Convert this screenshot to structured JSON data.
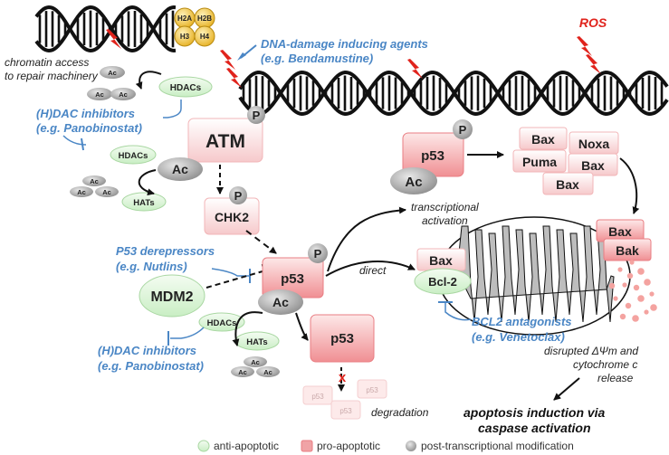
{
  "labels": {
    "chromatin_line1": "chromatin access",
    "chromatin_line2": "to repair machinery",
    "damage_agents_line1": "DNA-damage inducing agents",
    "damage_agents_line2": "(e.g. Bendamustine)",
    "ros": "ROS",
    "hdac_inhib_top_line1": "(H)DAC inhibitors",
    "hdac_inhib_top_line2": "(e.g. Panobinostat)",
    "p53_derepressors_line1": "P53 derepressors",
    "p53_derepressors_line2": "(e.g. Nutlins)",
    "hdac_inhib_bottom_line1": "(H)DAC inhibitors",
    "hdac_inhib_bottom_line2": "(e.g. Panobinostat)",
    "bcl2_antag_line1": "BCL2 antagonists",
    "bcl2_antag_line2": "(e.g. Venetoclax)",
    "transcriptional_line1": "transcriptional",
    "transcriptional_line2": "activation",
    "direct": "direct",
    "disrupted_line1": "disrupted ΔΨm and",
    "disrupted_line2": "cytochrome c",
    "disrupted_line3": "release",
    "apoptosis_line1": "apoptosis induction via",
    "apoptosis_line2": "caspase activation",
    "degradation": "degradation"
  },
  "nodes": {
    "atm": "ATM",
    "chk2": "CHK2",
    "p53_center": "p53",
    "p53_top": "p53",
    "p53_bottom": "p53",
    "p53_small": "p53",
    "mdm2": "MDM2",
    "hdacs": "HDACs",
    "hats": "HATs",
    "bcl2": "Bcl-2",
    "bax": "Bax",
    "bak": "Bak",
    "noxa": "Noxa",
    "puma": "Puma",
    "phospho": "P",
    "acetyl": "Ac",
    "degrade_mark": "x",
    "histones": [
      "H2A",
      "H2B",
      "H3",
      "H4"
    ]
  },
  "legend": {
    "anti": "anti-apoptotic",
    "pro": "pro-apoptotic",
    "ptm": "post-transcriptional modification"
  },
  "colors": {
    "anti_fill": "#d6f2d2",
    "pro_fill": "#f0a3a6",
    "pro_light": "#fbe0e0",
    "ptm_fill": "#a8a8a8",
    "drug_blue": "#4a86c5",
    "lightning": "#e0231c",
    "histone_yellow": "#f3c84c"
  }
}
